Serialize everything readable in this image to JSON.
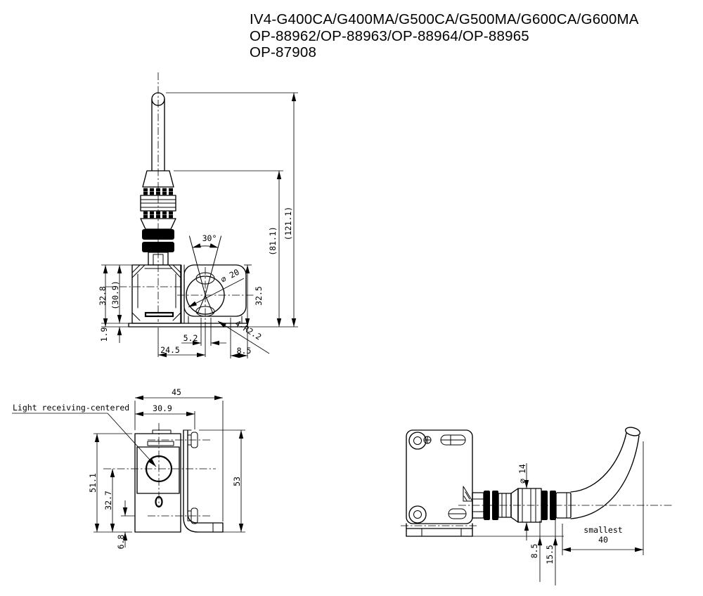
{
  "title": {
    "line1": "IV4-G400CA/G400MA/G500CA/G500MA/G600CA/G600MA",
    "line2": "OP-88962/OP-88963/OP-88964/OP-88965",
    "line3": "OP-87908"
  },
  "dims": {
    "top": {
      "cone_angle": "30°",
      "lens_dia": "⌀ 20",
      "corner_radius": "4-R2.2",
      "body_height": "32.8",
      "body_height_ref": "(30.9)",
      "base_lip": "1.9",
      "head_height": "32.5",
      "height_to_connector": "(81.1)",
      "total_height": "(121.1)",
      "window_offset": "5.2",
      "axis_offset": "24.5",
      "edge_offset": "8.5"
    },
    "front": {
      "note": "Light receiving-centered",
      "overall_width": "45",
      "body_width": "30.9",
      "body_height": "51.1",
      "lens_center_height": "32.7",
      "screw_axis_height": "6.8",
      "bracket_height": "53"
    },
    "side": {
      "connector_dia": "⌀ 14",
      "offset_small": "8.5",
      "offset_large": "15.5",
      "bend_label": "smallest",
      "bend_radius": "40"
    }
  },
  "colors": {
    "line": "#000000",
    "background": "#ffffff"
  }
}
